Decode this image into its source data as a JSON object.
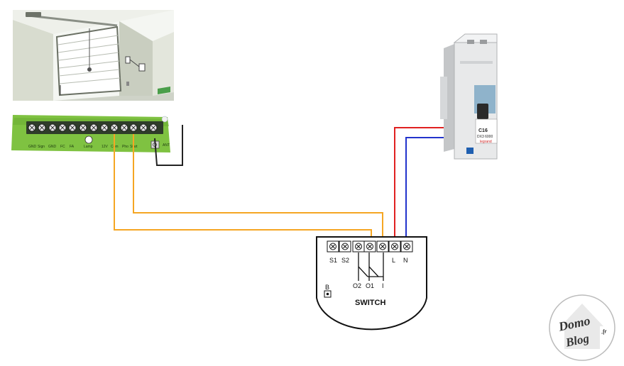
{
  "garage": {
    "board": {
      "labels": [
        "GND",
        "Sign",
        "GND",
        "FC",
        "FA",
        "Lamp",
        "12V",
        "Com",
        "Pho",
        "Start",
        "ANT"
      ]
    }
  },
  "module": {
    "title": "SWITCH",
    "top_labels": [
      "S1",
      "S2",
      "L",
      "N"
    ],
    "relay_labels": [
      "O2",
      "O1",
      "I"
    ],
    "button_label": "B"
  },
  "breaker": {
    "rating": "C16",
    "model": "DX3 6000",
    "brand": "legrand"
  },
  "logo": {
    "line1": "Domo",
    "line2": "Blog",
    "suffix": ".fr"
  },
  "colors": {
    "signal_wire": "#f5a623",
    "live_wire": "#e02020",
    "neutral_wire": "#2233cc",
    "board_green": "#7fc241"
  }
}
